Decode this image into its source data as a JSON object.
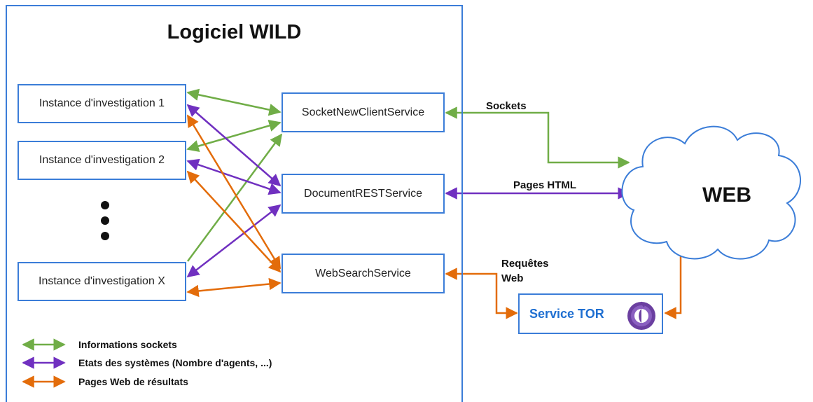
{
  "title": "Logiciel WILD",
  "instances": [
    "Instance d'investigation 1",
    "Instance d'investigation 2",
    "Instance d'investigation X"
  ],
  "services": [
    "SocketNewClientService",
    "DocumentRESTService",
    "WebSearchService"
  ],
  "links": {
    "sockets": "Sockets",
    "pages_html": "Pages HTML",
    "requetes_line1": "Requêtes",
    "requetes_line2": "Web"
  },
  "cloud_label": "WEB",
  "tor_label": "Service TOR",
  "legend": [
    {
      "label": "Informations sockets",
      "color": "#70ad47"
    },
    {
      "label": "Etats des systèmes (Nombre d'agents, ...)",
      "color": "#7030c0"
    },
    {
      "label": "Pages Web de résultats",
      "color": "#e36c0a"
    }
  ],
  "colors": {
    "frame": "#3b7dd8",
    "green": "#70ad47",
    "purple": "#7030c0",
    "orange": "#e36c0a",
    "tor_text": "#1f6fd1"
  }
}
